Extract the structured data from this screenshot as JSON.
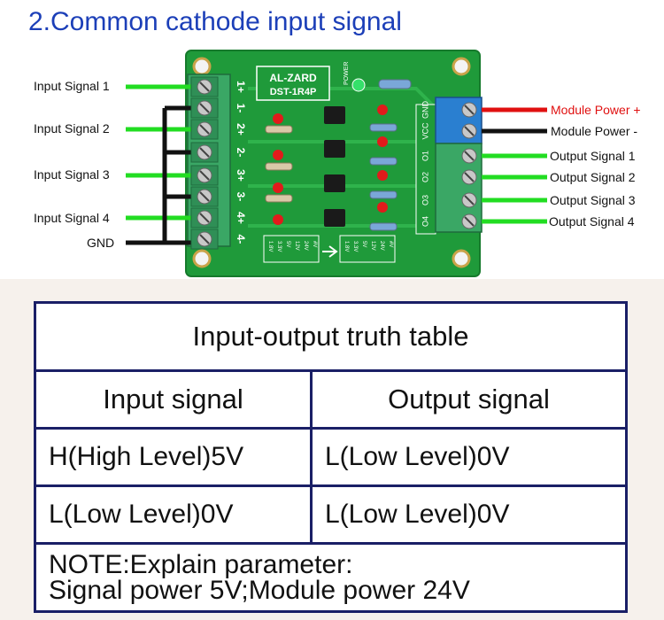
{
  "title": "2.Common cathode input signal",
  "board": {
    "brand": "AL-ZARD",
    "model": "DST-1R4P",
    "power_led_label": "POWER",
    "input_terminal_labels": [
      "1+",
      "1-",
      "2+",
      "2-",
      "3+",
      "3-",
      "4+",
      "4-"
    ],
    "output_terminal_labels": [
      "GND",
      "VCC",
      "O1",
      "O2",
      "O3",
      "O4"
    ],
    "jumper_labels": [
      "1.8V",
      "3.3V",
      "5V",
      "12V",
      "24V",
      "#V"
    ]
  },
  "left_labels": [
    "Input Signal 1",
    "Input Signal 2",
    "Input Signal 3",
    "Input Signal 4",
    "GND"
  ],
  "right_labels": [
    "Module Power +",
    "Module Power -",
    "Output Signal 1",
    "Output Signal 2",
    "Output Signal 3",
    "Output Signal 4"
  ],
  "colors": {
    "title": "#1c3fb8",
    "signal_wire": "#22dd22",
    "power_wire": "#e01010",
    "ground_wire": "#111111",
    "pcb": "#1f9a3a",
    "table_border": "#1a1f66"
  },
  "truth_table": {
    "title": "Input-output truth table",
    "headers": [
      "Input signal",
      "Output signal"
    ],
    "rows": [
      [
        "H(High Level)5V",
        "L(Low Level)0V"
      ],
      [
        "L(Low Level)0V",
        "L(Low Level)0V"
      ]
    ],
    "note_line1": "NOTE:Explain parameter:",
    "note_line2": "Signal power 5V;Module power 24V"
  }
}
